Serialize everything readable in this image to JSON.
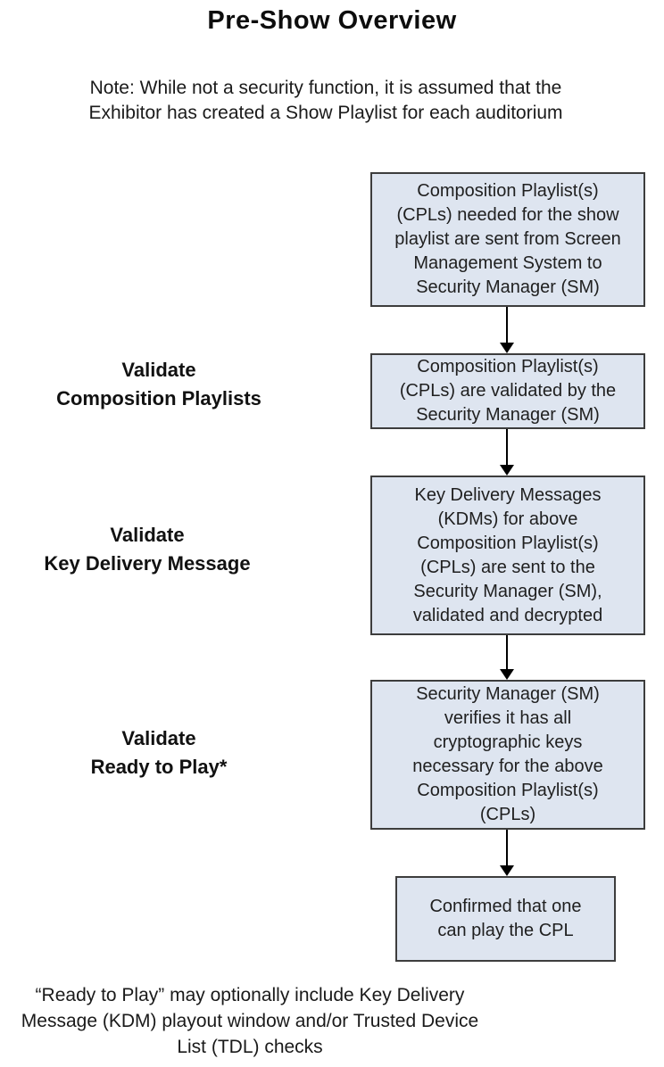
{
  "title": "Pre-Show Overview",
  "note": "Note: While not a security function, it is assumed that the\nExhibitor has created a Show Playlist for each auditorium",
  "flow": {
    "boxes": [
      {
        "id": "cpls-sent-to-sm",
        "text": "Composition Playlist(s)\n(CPLs) needed for the show\nplaylist are sent from Screen\nManagement System to\nSecurity Manager (SM)"
      },
      {
        "id": "cpls-validated",
        "text": "Composition Playlist(s)\n(CPLs) are validated by the\nSecurity Manager (SM)"
      },
      {
        "id": "kdms-sent-validated",
        "text": "Key Delivery Messages\n(KDMs) for above\nComposition Playlist(s)\n(CPLs) are sent to the\nSecurity Manager (SM),\nvalidated and decrypted"
      },
      {
        "id": "sm-verifies-keys",
        "text": "Security Manager (SM)\nverifies it has all\ncryptographic keys\nnecessary for the above\nComposition Playlist(s)\n(CPLs)"
      },
      {
        "id": "confirmed-play",
        "text": "Confirmed that one\ncan play the CPL"
      }
    ],
    "labels": [
      {
        "text": "Validate\nComposition Playlists"
      },
      {
        "text": "Validate\nKey Delivery Message"
      },
      {
        "text": "Validate\nReady to Play*"
      }
    ]
  },
  "footnote": "“Ready to Play” may optionally include Key Delivery\nMessage (KDM) playout window and/or Trusted Device\nList (TDL) checks",
  "colors": {
    "box_fill": "#dee5f0",
    "box_border": "#3d3d3d",
    "arrow": "#000000",
    "text": "#1a1a1a",
    "background": "#ffffff"
  }
}
